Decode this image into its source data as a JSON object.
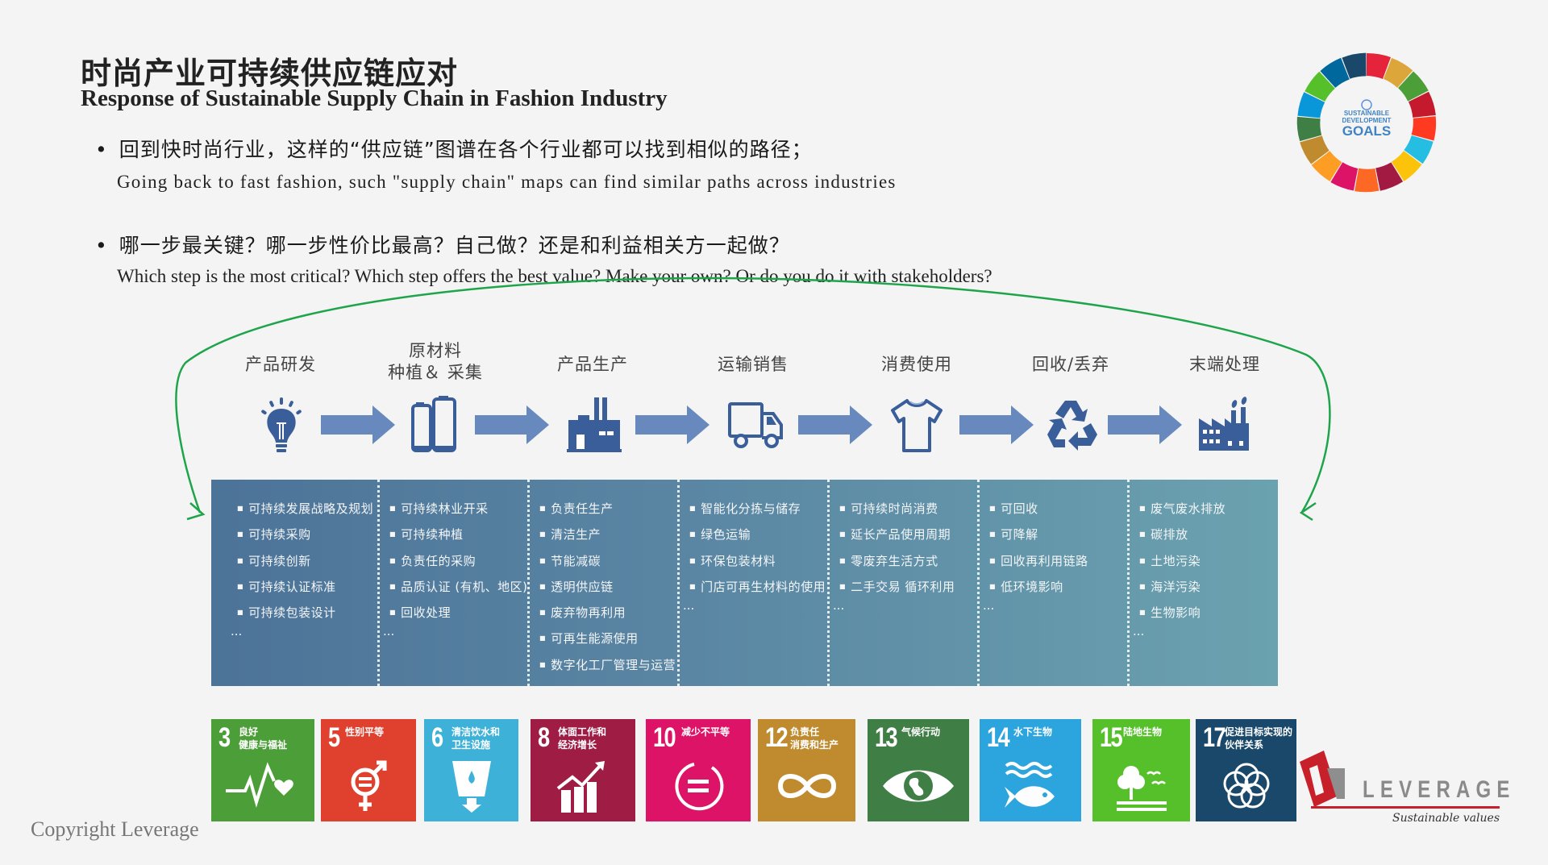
{
  "header": {
    "title_cn": "时尚产业可持续供应链应对",
    "title_en": "Response of Sustainable Supply Chain in Fashion Industry"
  },
  "bullets": [
    {
      "cn": "回到快时尚行业，这样的“供应链”图谱在各个行业都可以找到相似的路径；",
      "en": "Going back to fast fashion, such \"supply chain\" maps can find similar paths across industries"
    },
    {
      "cn": "哪一步最关键？哪一步性价比最高？自己做？还是和利益相关方一起做？",
      "en": "Which step is the most critical? Which step offers the best value? Make your own? Or do you do it with stakeholders?"
    }
  ],
  "sdg_wheel": {
    "line1": "SUSTAINABLE",
    "line2": "DEVELOPMENT",
    "line3": "GOALS"
  },
  "colors": {
    "icon_blue": "#3a5e9a",
    "arrow_blue": "#6789bd",
    "loop_green": "#1ea44a",
    "panel_left": "#4c7398",
    "panel_right": "#6ba2af"
  },
  "stages": [
    {
      "label": "产品研发",
      "icon": "lightbulb-icon",
      "items": [
        "可持续发展战略及规划",
        "可持续采购",
        "可持续创新",
        "可持续认证标准",
        "可持续包装设计"
      ],
      "more": "..."
    },
    {
      "label": "原材料\n种植＆ 采集",
      "label_line1": "原材料",
      "label_line2": "种植＆ 采集",
      "icon": "fabric-rolls-icon",
      "items": [
        "可持续林业开采",
        "可持续种植",
        "负责任的采购",
        "品质认证 (有机、地区)",
        "回收处理"
      ],
      "more": "..."
    },
    {
      "label": "产品生产",
      "icon": "factory-icon",
      "items": [
        "负责任生产",
        "清洁生产",
        "节能减碳",
        "透明供应链",
        "废弃物再利用",
        "可再生能源使用",
        "数字化工厂管理与运营"
      ],
      "more": "..."
    },
    {
      "label": "运输销售",
      "icon": "truck-icon",
      "items": [
        "智能化分拣与储存",
        "绿色运输",
        "环保包装材料",
        "门店可再生材料的使用"
      ],
      "more": "..."
    },
    {
      "label": "消费使用",
      "icon": "tshirt-icon",
      "items": [
        "可持续时尚消费",
        "延长产品使用周期",
        "零废弃生活方式",
        "二手交易 循环利用"
      ],
      "more": "..."
    },
    {
      "label": "回收/丢弃",
      "icon": "recycle-icon",
      "items": [
        "可回收",
        "可降解",
        "回收再利用链路",
        "低环境影响"
      ],
      "more": "..."
    },
    {
      "label": "末端处理",
      "icon": "polluting-factory-icon",
      "items": [
        "废气废水排放",
        "碳排放",
        "土地污染",
        "海洋污染",
        "生物影响"
      ],
      "more": "..."
    }
  ],
  "sdgs": [
    {
      "num": "3",
      "name": "良好\n健康与福祉",
      "color": "#4c9f38",
      "icon": "heartbeat-icon"
    },
    {
      "num": "5",
      "name": "性别平等",
      "color": "#e0402e",
      "icon": "gender-equality-icon"
    },
    {
      "num": "6",
      "name": "清洁饮水和\n卫生设施",
      "color": "#3eb1d9",
      "icon": "water-glass-icon"
    },
    {
      "num": "8",
      "name": "体面工作和\n经济增长",
      "color": "#9f1c45",
      "icon": "growth-chart-icon"
    },
    {
      "num": "10",
      "name": "减少不平等",
      "color": "#dd1367",
      "icon": "equality-circle-icon"
    },
    {
      "num": "12",
      "name": "负责任\n消费和生产",
      "color": "#bf8b2e",
      "icon": "infinity-icon"
    },
    {
      "num": "13",
      "name": "气候行动",
      "color": "#3f7e44",
      "icon": "eye-globe-icon"
    },
    {
      "num": "14",
      "name": "水下生物",
      "color": "#0a97d9",
      "icon": "fish-icon"
    },
    {
      "num": "15",
      "name": "陆地生物",
      "color": "#56c02b",
      "icon": "tree-birds-icon"
    },
    {
      "num": "17",
      "name": "促进目标实现的\n伙伴关系",
      "color": "#19486a",
      "icon": "partnership-rings-icon"
    }
  ],
  "logo": {
    "name": "LEVERAGE",
    "tagline": "Sustainable values"
  },
  "footer": {
    "copyright": "Copyright Leverage"
  }
}
